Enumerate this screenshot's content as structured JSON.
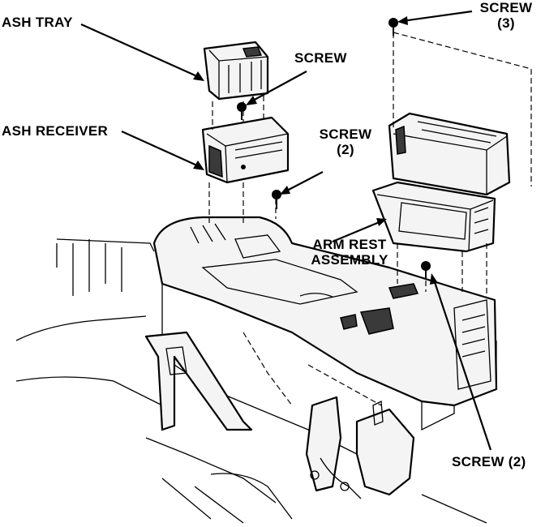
{
  "labels": {
    "ash_tray": "ASH TRAY",
    "ash_receiver": "ASH RECEIVER",
    "screw_top": "SCREW",
    "screw_2_mid": "SCREW",
    "screw_2_mid_count": "(2)",
    "screw_3": "SCREW",
    "screw_3_count": "(3)",
    "arm_rest_line1": "ARM REST",
    "arm_rest_line2": "ASSEMBLY",
    "screw_2_bottom": "SCREW (2)"
  }
}
